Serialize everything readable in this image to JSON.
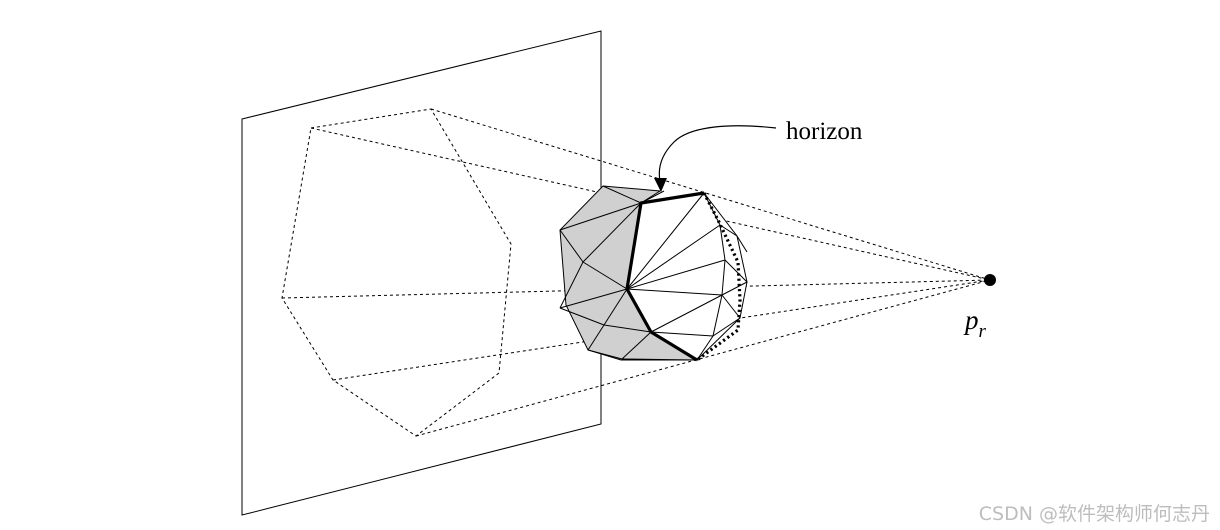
{
  "labels": {
    "horizon": "horizon",
    "point_main": "p",
    "point_sub": "r"
  },
  "watermark": "CSDN @软件架构师何志丹",
  "colors": {
    "ink": "#000000",
    "visible_face_fill": "#d0d0d0",
    "hidden_face_fill": "#ffffff",
    "watermark": "#bdbdbd"
  }
}
